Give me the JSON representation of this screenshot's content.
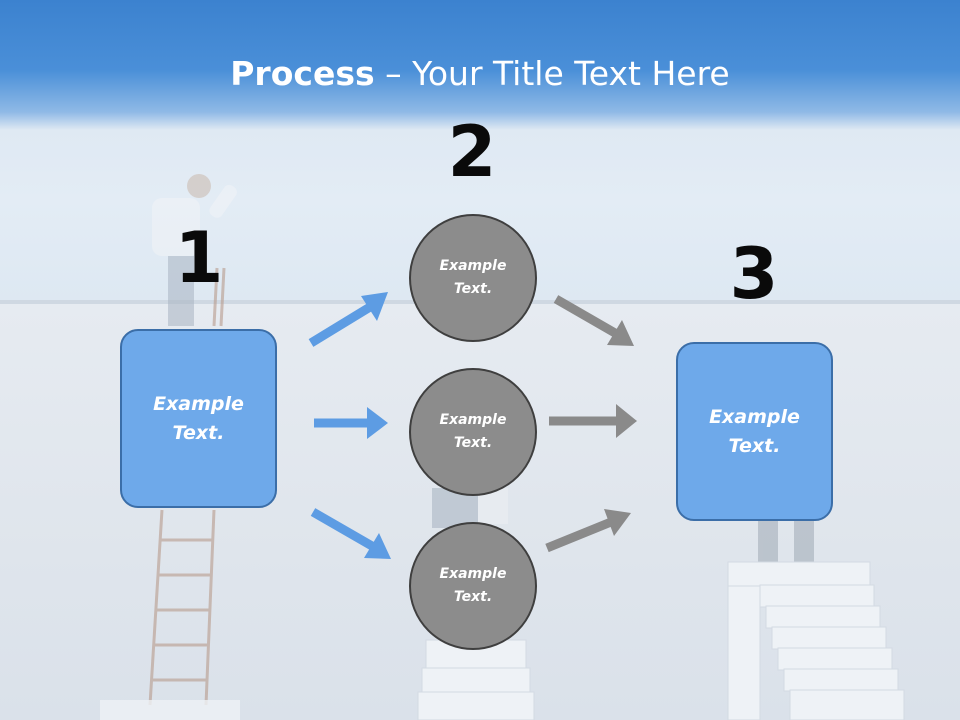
{
  "title": {
    "bold": "Process",
    "rest": " – Your Title Text Here"
  },
  "steps": [
    {
      "number": "1",
      "box_text": "Example Text."
    },
    {
      "number": "2",
      "circles": [
        "Example Text.",
        "Example Text.",
        "Example Text."
      ]
    },
    {
      "number": "3",
      "box_text": "Example Text."
    }
  ],
  "colors": {
    "box_fill": "#6ea9ea",
    "box_border": "#3b6ea8",
    "circle_fill": "#8c8c8c",
    "blue_arrow": "#5d9ce3",
    "gray_arrow": "#8a8a8a",
    "title_bar": "#3c82cf"
  }
}
